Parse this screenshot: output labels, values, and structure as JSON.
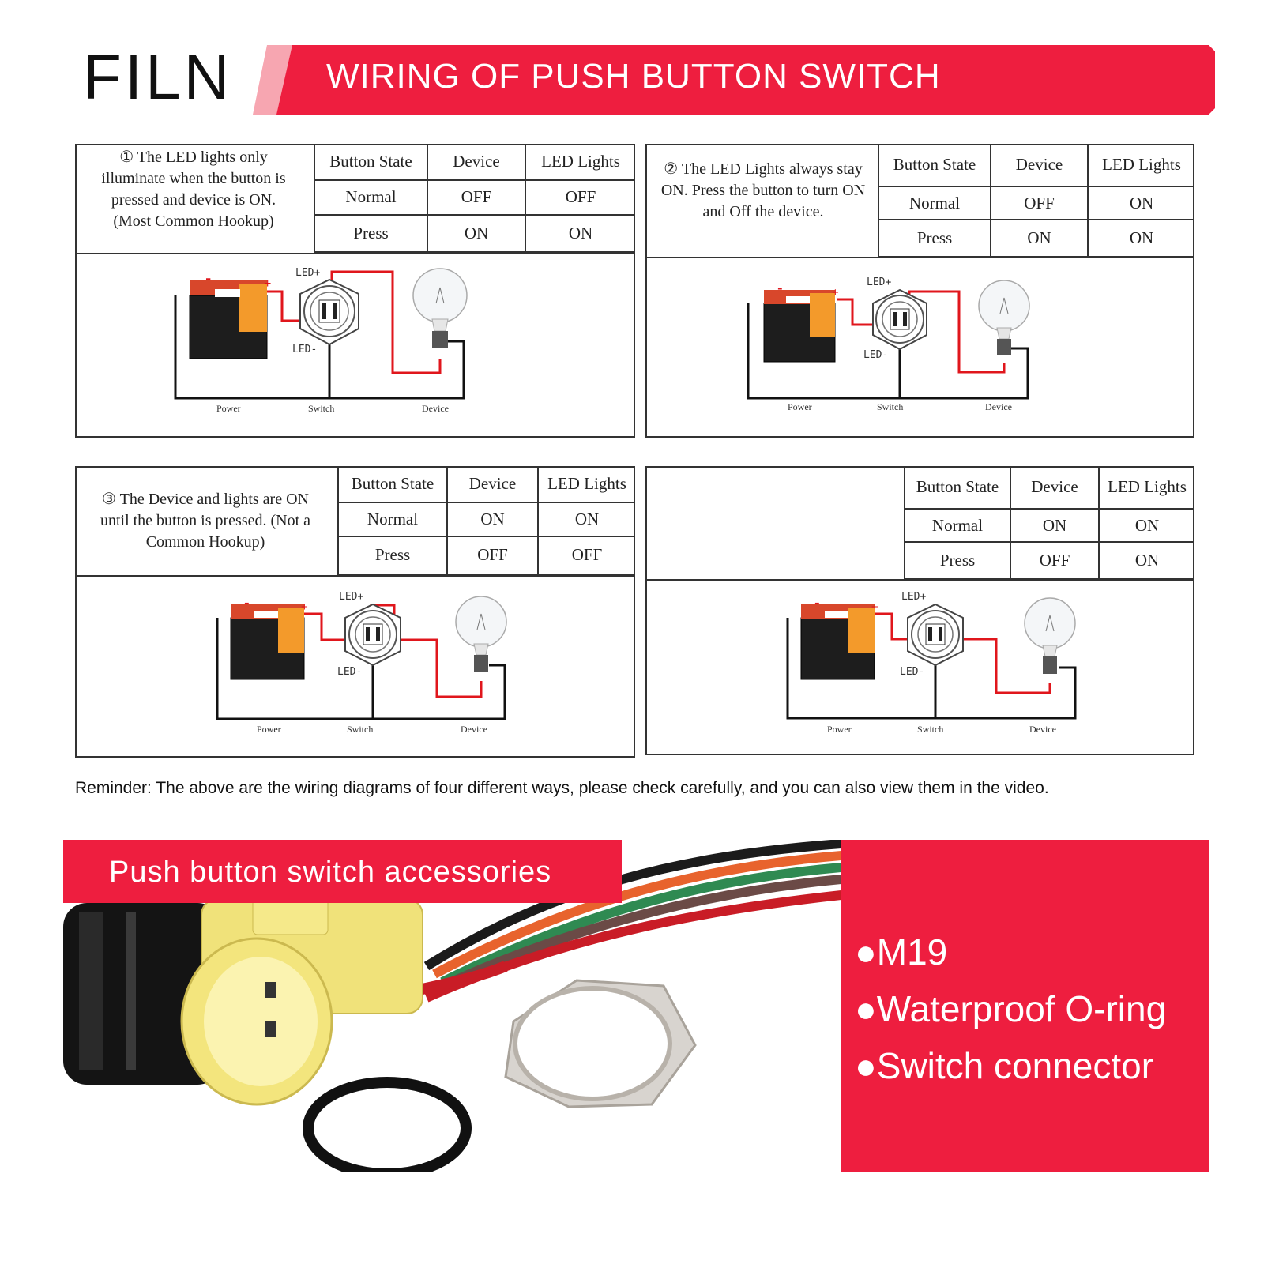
{
  "brand": "FILN",
  "header_title": "WIRING OF PUSH BUTTON SWITCH",
  "table_headers": [
    "Button State",
    "Device",
    "LED Lights"
  ],
  "diagram_labels": {
    "power": "Power",
    "switch": "Switch",
    "device": "Device",
    "led_plus": "LED+",
    "led_minus": "LED-",
    "minus": "-",
    "plus": "+"
  },
  "diagrams": [
    {
      "description": [
        "① The LED lights only",
        "illuminate when the button is",
        "pressed and device is ON.",
        "(Most Common Hookup)"
      ],
      "rows": [
        [
          "Normal",
          "OFF",
          "OFF"
        ],
        [
          "Press",
          "ON",
          "ON"
        ]
      ]
    },
    {
      "description": [
        "② The LED Lights always stay",
        "ON.  Press the button to turn ON",
        "and Off the device."
      ],
      "rows": [
        [
          "Normal",
          "OFF",
          "ON"
        ],
        [
          "Press",
          "ON",
          "ON"
        ]
      ]
    },
    {
      "description": [
        "③ The Device and lights are ON",
        "until the button is pressed.  (Not a",
        "Common Hookup)"
      ],
      "rows": [
        [
          "Normal",
          "ON",
          "ON"
        ],
        [
          "Press",
          "OFF",
          "OFF"
        ]
      ]
    },
    {
      "description": [],
      "rows": [
        [
          "Normal",
          "ON",
          "ON"
        ],
        [
          "Press",
          "OFF",
          "ON"
        ]
      ]
    }
  ],
  "reminder": "Reminder: The above are the wiring diagrams of four different ways, please check carefully, and you can also view them in the video.",
  "accessories_title": "Push button switch accessories",
  "features": [
    "●M19",
    "●Waterproof O-ring",
    "●Switch connector"
  ],
  "colors": {
    "accent": "#ee1e3f",
    "wire_red": "#e0161c",
    "wire_black": "#111111"
  }
}
